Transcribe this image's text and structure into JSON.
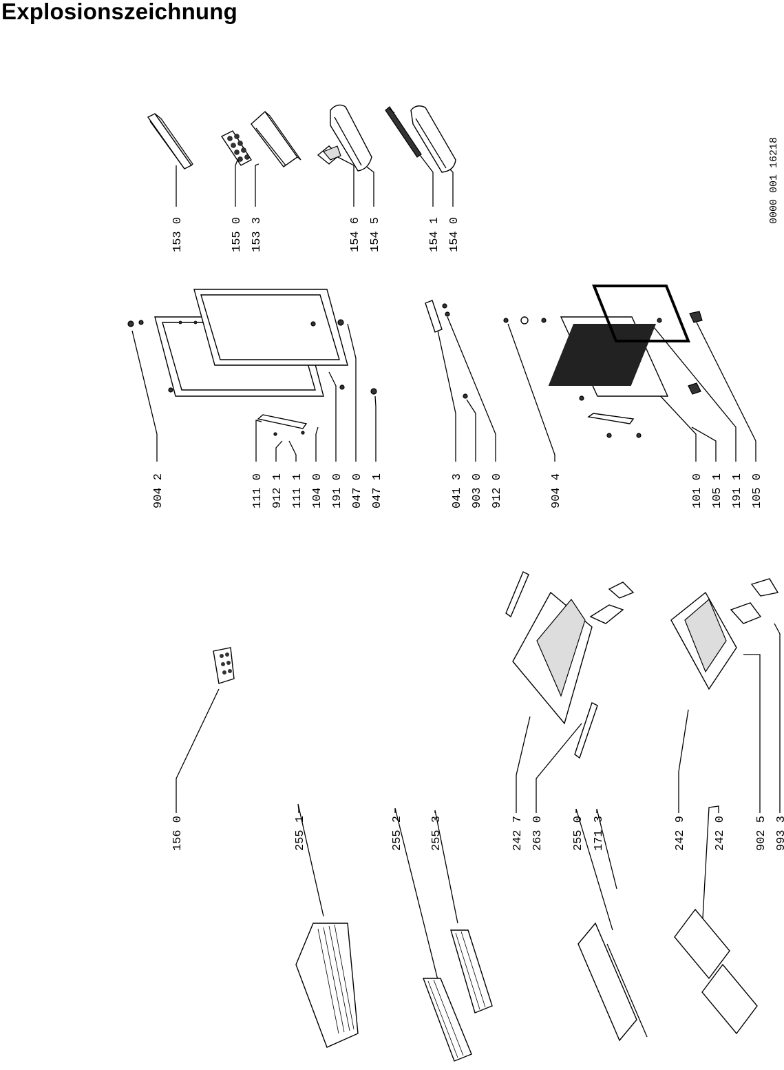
{
  "title": "Explosionszeichnung",
  "doc_number": "0000 001 16218",
  "labels": {
    "l156_0": "156 0",
    "l255_1": "255 1",
    "l255_2": "255 2",
    "l255_3": "255 3",
    "l242_7": "242 7",
    "l263_0": "263 0",
    "l255_0": "255 0",
    "l171_3": "171 3",
    "l242_9": "242 9",
    "l242_0": "242 0",
    "l902_5": "902 5",
    "l993_3": "993 3",
    "l904_2": "904 2",
    "l111_0": "111 0",
    "l912_1": "912 1",
    "l111_1": "111 1",
    "l104_0": "104 0",
    "l191_0": "191 0",
    "l047_0": "047 0",
    "l047_1": "047 1",
    "l041_3": "041 3",
    "l903_0": "903 0",
    "l912_0": "912 0",
    "l904_4": "904 4",
    "l101_0": "101 0",
    "l105_1": "105 1",
    "l191_1": "191 1",
    "l105_0": "105 0",
    "l153_0": "153 0",
    "l155_0": "155 0",
    "l153_3": "153 3",
    "l154_6": "154 6",
    "l154_5": "154 5",
    "l154_1": "154 1",
    "l154_0": "154 0"
  }
}
